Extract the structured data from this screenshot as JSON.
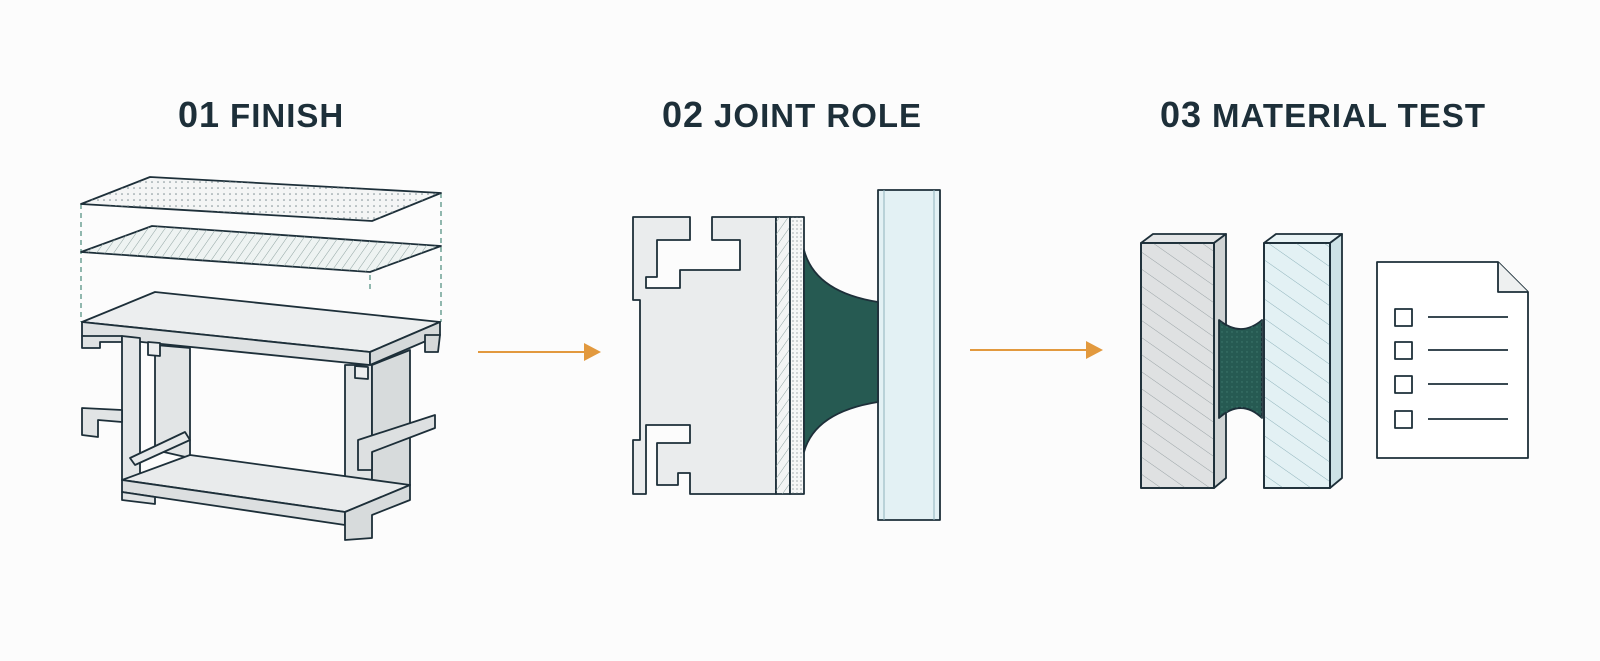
{
  "steps": [
    {
      "number": "01",
      "title": "FINISH"
    },
    {
      "number": "02",
      "title": "JOINT ROLE"
    },
    {
      "number": "03",
      "title": "MATERIAL TEST"
    }
  ],
  "colors": {
    "ink": "#1d2f39",
    "arrow": "#e2993e",
    "sealant": "#265a52",
    "profile": "#eaeced",
    "glass": "#e3f1f4",
    "guide": "#4a8a7a"
  }
}
